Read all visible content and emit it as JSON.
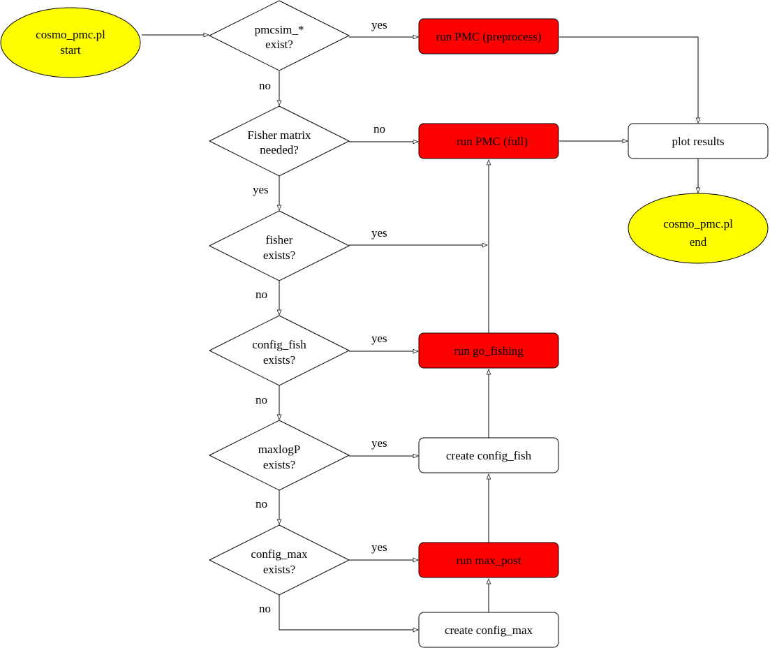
{
  "colors": {
    "terminal_fill": "#ffff00",
    "action_fill": "#ff0000",
    "process_fill": "#ffffff",
    "decision_fill": "#ffffff",
    "stroke": "#000000"
  },
  "nodes": {
    "start": {
      "line1": "cosmo_pmc.pl",
      "line2": "start"
    },
    "end": {
      "line1": "cosmo_pmc.pl",
      "line2": "end"
    },
    "d_pmcsim": {
      "line1": "pmcsim_*",
      "line2": "exist?"
    },
    "d_fisher_needed": {
      "line1": "Fisher matrix",
      "line2": "needed?"
    },
    "d_fisher_exists": {
      "line1": "fisher",
      "line2": "exists?"
    },
    "d_config_fish": {
      "line1": "config_fish",
      "line2": "exists?"
    },
    "d_maxlogp": {
      "line1": "maxlogP",
      "line2": "exists?"
    },
    "d_config_max": {
      "line1": "config_max",
      "line2": "exists?"
    },
    "run_pmc_pre": {
      "label": "run PMC (preprocess)"
    },
    "run_pmc_full": {
      "label": "run PMC (full)"
    },
    "run_go_fishing": {
      "label": "run go_fishing"
    },
    "create_config_fish": {
      "label": "create config_fish"
    },
    "run_max_post": {
      "label": "run max_post"
    },
    "create_config_max": {
      "label": "create config_max"
    },
    "plot_results": {
      "label": "plot results"
    }
  },
  "edge_labels": {
    "pmcsim_yes": "yes",
    "pmcsim_no": "no",
    "fisher_needed_no": "no",
    "fisher_needed_yes": "yes",
    "fisher_exists_yes": "yes",
    "fisher_exists_no": "no",
    "config_fish_yes": "yes",
    "config_fish_no": "no",
    "maxlogp_yes": "yes",
    "maxlogp_no": "no",
    "config_max_yes": "yes",
    "config_max_no": "no"
  }
}
